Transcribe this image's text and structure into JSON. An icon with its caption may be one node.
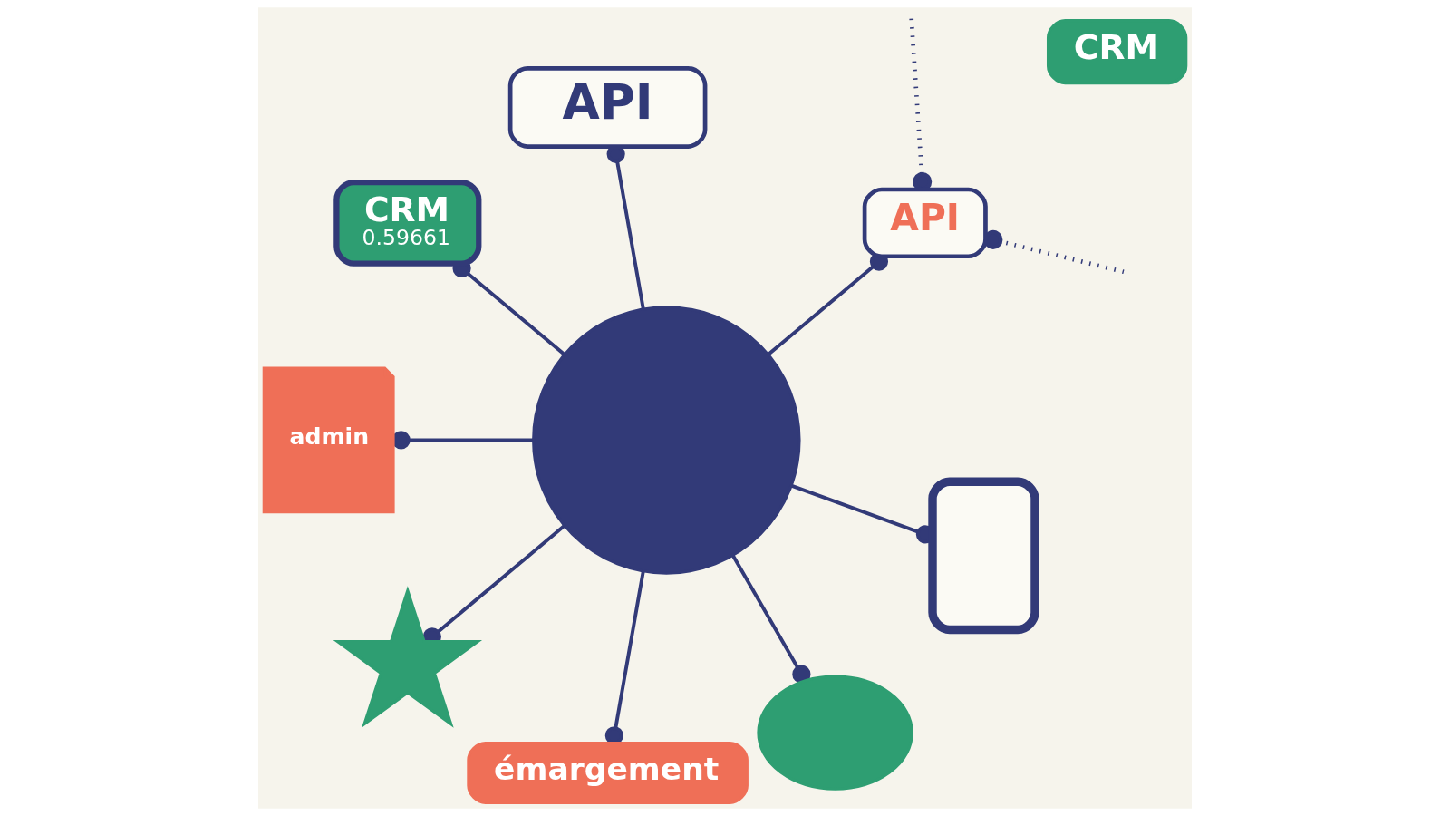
{
  "diagram": {
    "nodes": [
      {
        "text": [],
        "shape": "circle"
      },
      {
        "text": [
          "CRM"
        ]
      },
      {
        "text": [
          "CRM",
          "0.59661"
        ]
      },
      {
        "text": [
          "admin"
        ]
      },
      {
        "text": [
          "API"
        ]
      },
      {
        "text": [],
        "shape": "picture"
      },
      {
        "text": [
          "API"
        ]
      },
      {
        "text": [
          "émargement"
        ]
      },
      {
        "text": [],
        "shape": "box"
      },
      {
        "text": [],
        "shape": "cloud"
      }
    ],
    "edges": [
      {
        "from": 0,
        "to": 6,
        "arrow": "other"
      },
      {
        "from": null,
        "to": 6,
        "arrow": "other",
        "style": "dashed"
      },
      {
        "from": null,
        "to": 6,
        "arrow": "other",
        "style": "dashed"
      },
      {
        "from": 0,
        "to": 4,
        "arrow": "other"
      },
      {
        "from": 0,
        "to": 2,
        "arrow": "other"
      },
      {
        "from": 0,
        "to": 3,
        "arrow": "other"
      },
      {
        "from": 0,
        "to": 5,
        "arrow": "other"
      },
      {
        "from": 0,
        "to": 7,
        "arrow": "other"
      },
      {
        "from": 0,
        "to": 9,
        "arrow": "other"
      },
      {
        "from": 0,
        "to": 8,
        "arrow": "other"
      }
    ]
  }
}
